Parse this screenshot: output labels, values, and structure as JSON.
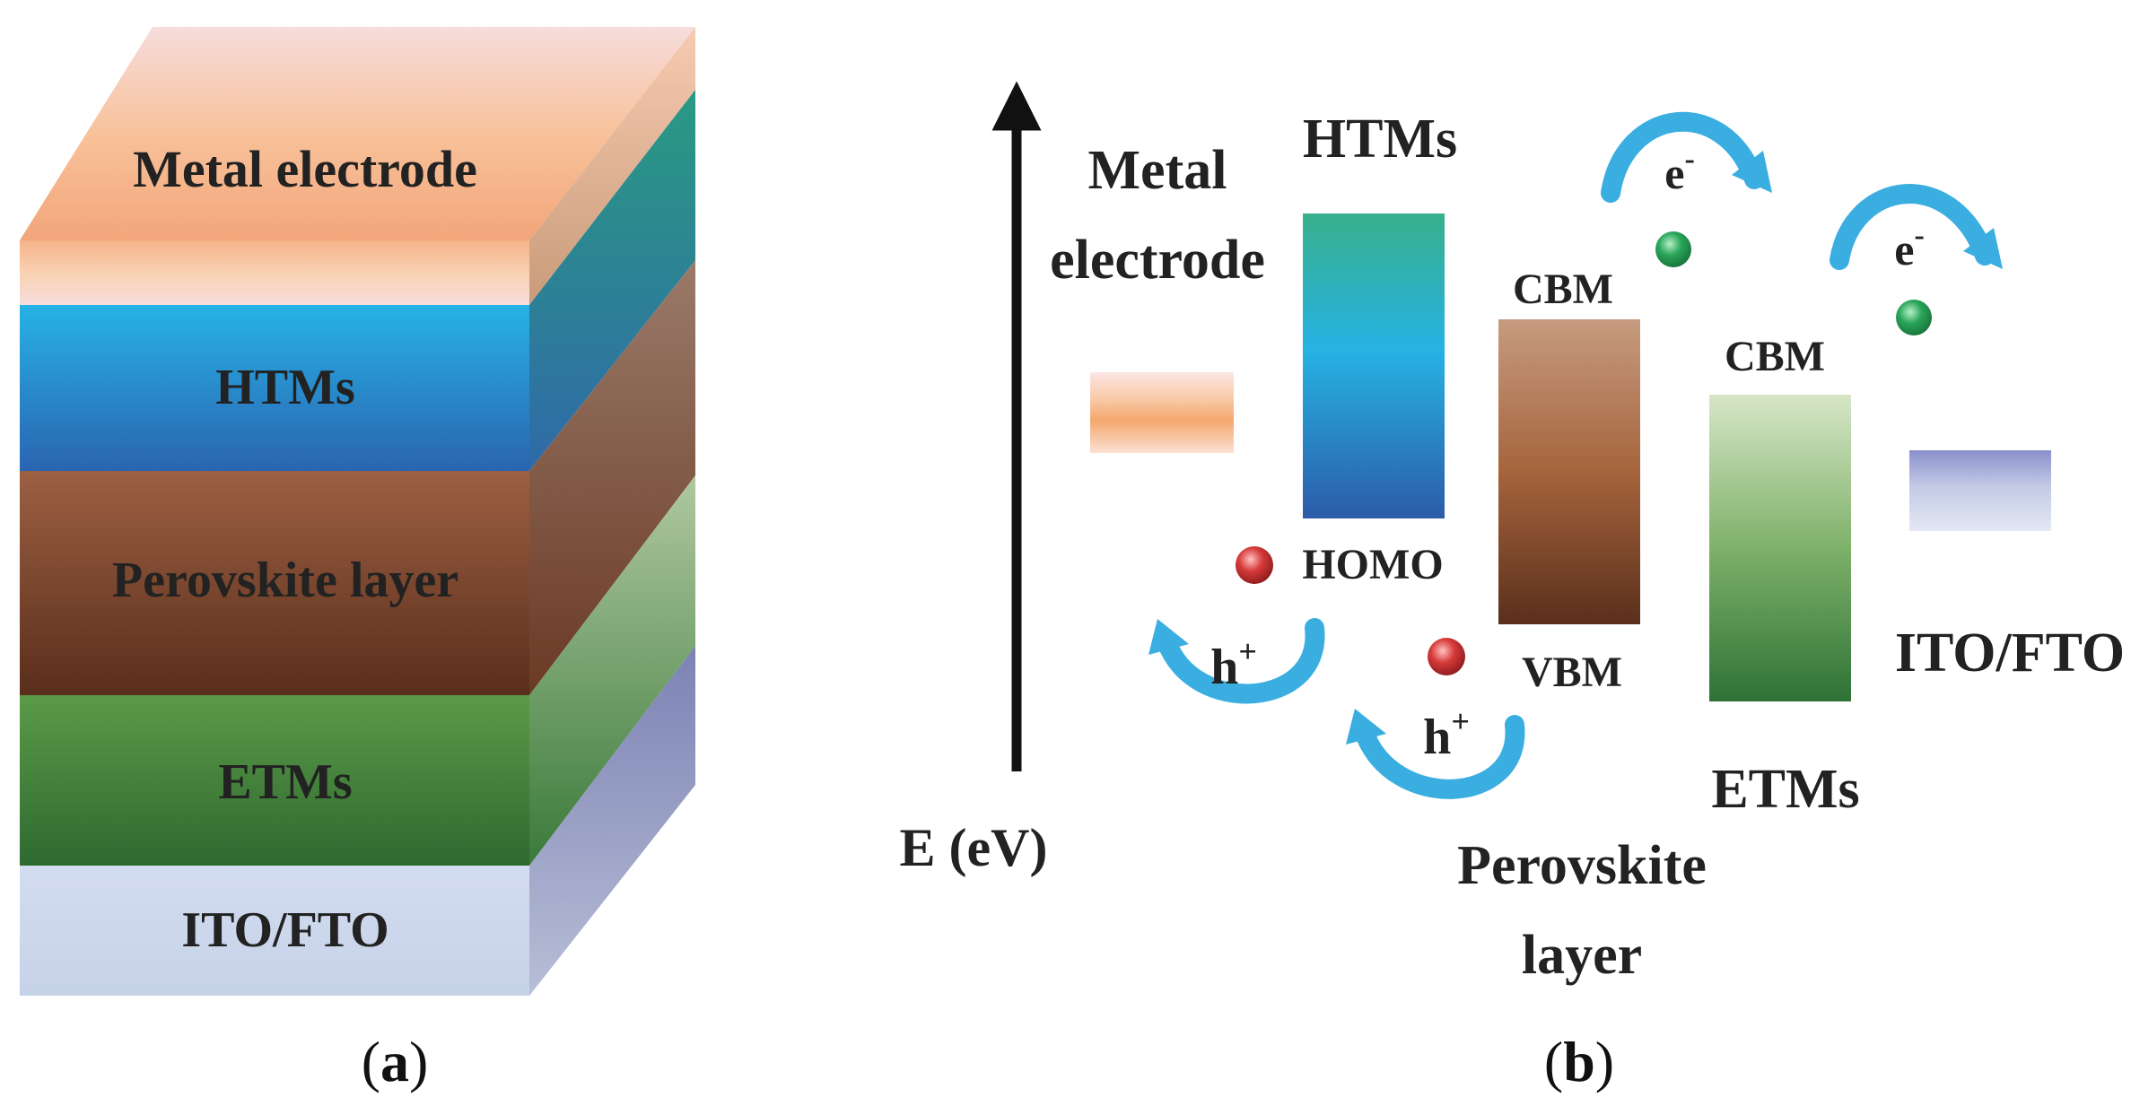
{
  "panel_a": {
    "caption_letter": "a",
    "layers": [
      {
        "id": "metal",
        "label": "Metal electrode"
      },
      {
        "id": "htm",
        "label": "HTMs"
      },
      {
        "id": "perovskite",
        "label": "Perovskite layer"
      },
      {
        "id": "etm",
        "label": "ETMs"
      },
      {
        "id": "ito",
        "label": "ITO/FTO"
      }
    ]
  },
  "panel_b": {
    "caption_letter": "b",
    "axis_label": "E (eV)",
    "metal_label": [
      "Metal",
      "electrode"
    ],
    "htm_label": "HTMs",
    "homo_label": "HOMO",
    "perov_cbm_label": "CBM",
    "perov_vbm_label": "VBM",
    "perov_label": [
      "Perovskite",
      "layer"
    ],
    "etm_cbm_label": "CBM",
    "etm_label": "ETMs",
    "ito_label": "ITO/FTO",
    "electron_symbol": "e",
    "electron_sup": "-",
    "hole_symbol": "h",
    "hole_sup": "+"
  },
  "colors": {
    "arrow_blue": "#3aaee0",
    "electron_green": "#2aa65a",
    "hole_red": "#d63a3a"
  }
}
